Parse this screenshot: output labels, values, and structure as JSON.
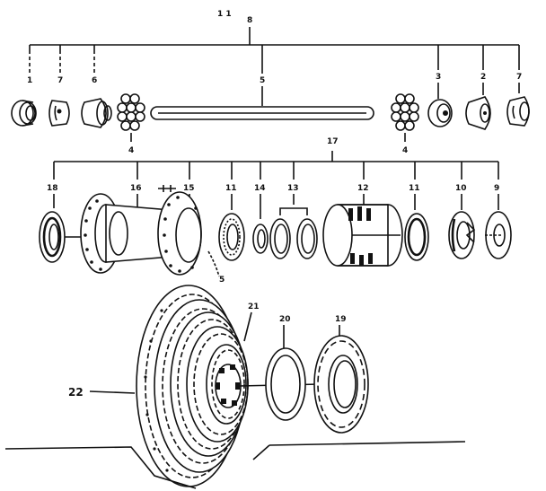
{
  "diagram": {
    "corner_mark": "1 1",
    "labels": {
      "p8": "8",
      "p1a": "1",
      "p7a": "7",
      "p6": "6",
      "p4a": "4",
      "p5": "5",
      "p4b": "4",
      "p3": "3",
      "p2": "2",
      "p7b": "7",
      "p17": "17",
      "p18": "18",
      "p16": "16",
      "p15": "15",
      "p11a": "11",
      "p14": "14",
      "p13": "13",
      "p12": "12",
      "p11b": "11",
      "p10": "10",
      "p9": "9",
      "p21": "21",
      "p20": "20",
      "p19": "19",
      "p22": "22"
    }
  }
}
